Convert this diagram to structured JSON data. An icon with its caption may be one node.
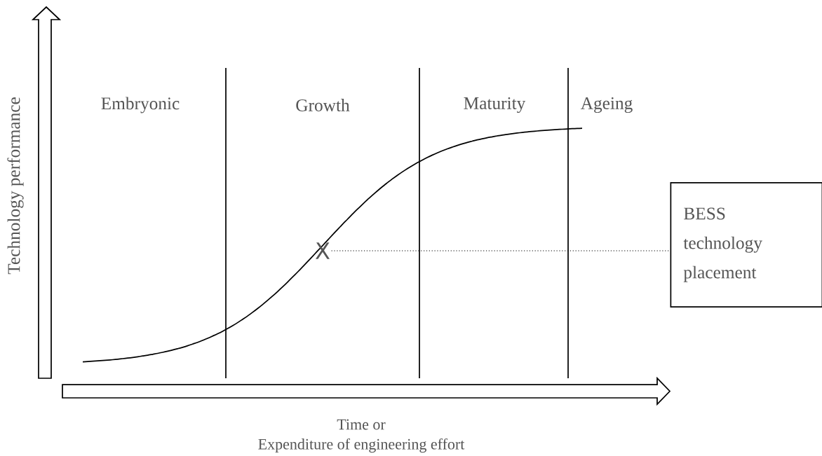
{
  "diagram": {
    "nodes": [
      {
        "text": [
          "X"
        ]
      },
      {
        "text": [
          "BESS technology placement"
        ]
      }
    ],
    "edges": [
      {
        "from": 0,
        "to": 1,
        "arrow": "none"
      }
    ],
    "labels": [
      "Technology performance",
      "Embryonic",
      "Growth",
      "Maturity",
      "Ageing",
      "Time or",
      "Expenditure of engineering effort"
    ]
  }
}
